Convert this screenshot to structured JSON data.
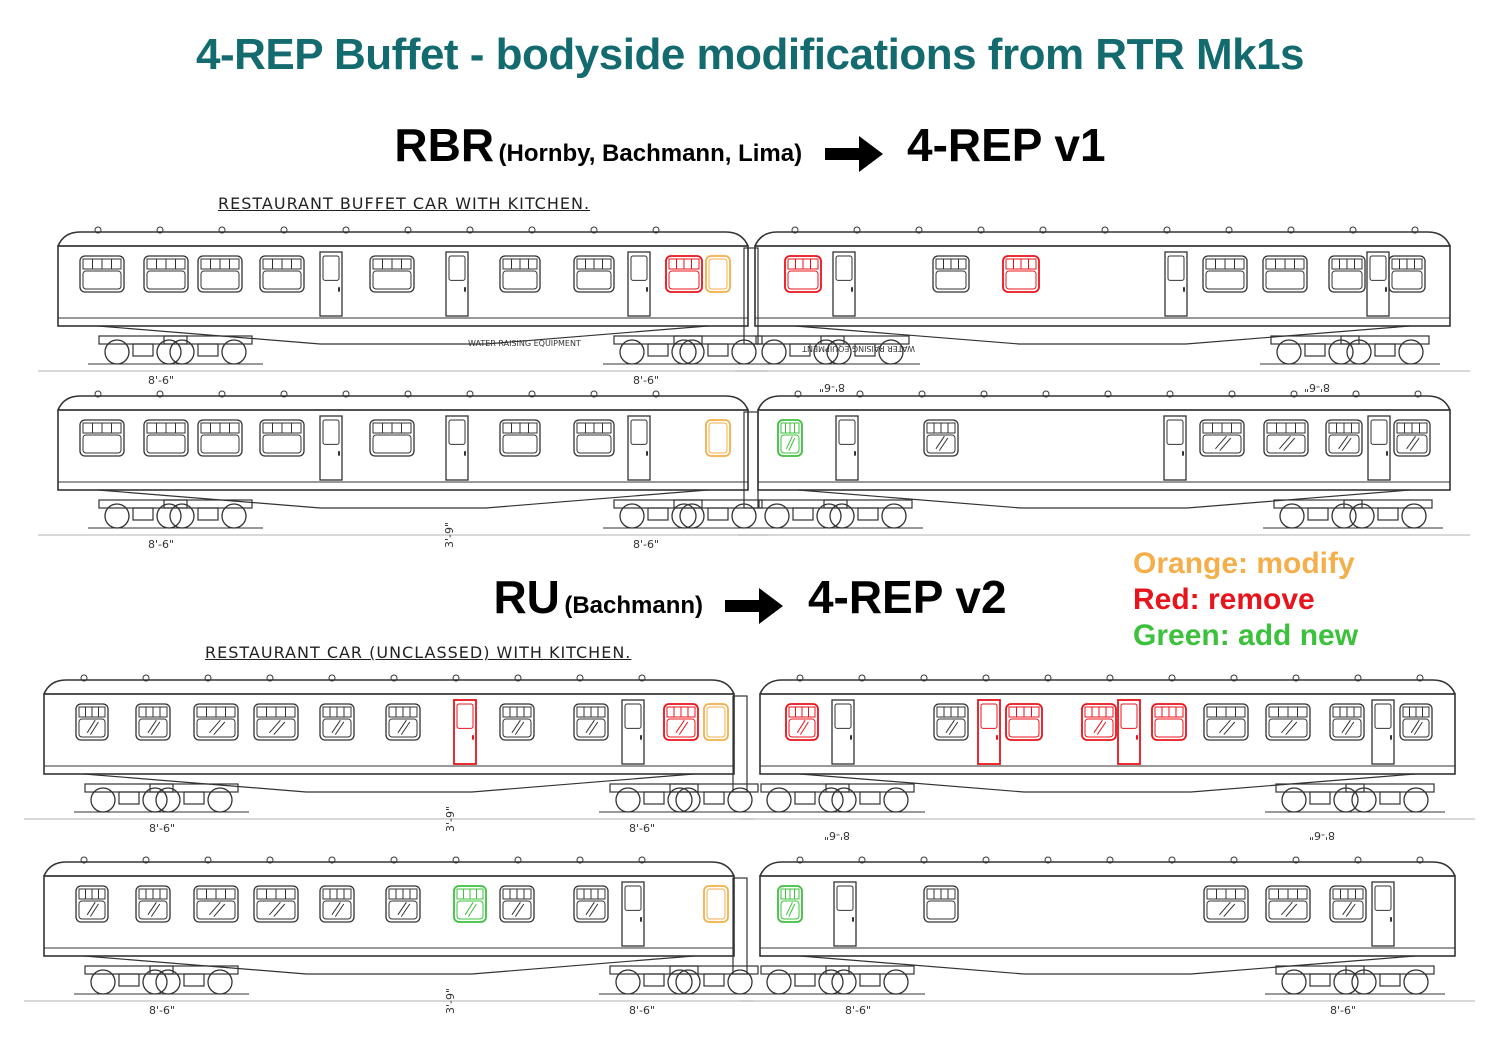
{
  "title": "4-REP Buffet - bodyside modifications from RTR Mk1s",
  "section1": {
    "from_code": "RBR",
    "from_makers": "(Hornby, Bachmann, Lima)",
    "to_label": "4-REP v1",
    "drawing_caption": "RESTAURANT  BUFFET  CAR  WITH  KITCHEN.",
    "small_labels": [
      "WATER RAISING EQUIPMENT",
      "WATER RAISING EQUIPMENT"
    ],
    "dims": [
      "8'-6\"",
      "8'-6\"",
      "8'-6\"",
      "8'-6\"",
      "3'-9\""
    ]
  },
  "section2": {
    "from_code": "RU",
    "from_makers": "(Bachmann)",
    "to_label": "4-REP v2",
    "drawing_caption": "RESTAURANT  CAR  (UNCLASSED)  WITH  KITCHEN.",
    "dims": [
      "8'-6\"",
      "8'-6\"",
      "8'-6\"",
      "8'-6\"",
      "8'-6\"",
      "8'-6\"",
      "3'-9\"",
      "3'-9\""
    ]
  },
  "legend": [
    {
      "label": "Orange: modify",
      "color": "#f4ae4a"
    },
    {
      "label": "Red: remove",
      "color": "#e8141c"
    },
    {
      "label": "Green: add new",
      "color": "#3cc13c"
    }
  ],
  "colors": {
    "title": "#136b70",
    "line": "#333333",
    "modify": "#f4ae4a",
    "remove": "#e8141c",
    "add": "#3cc13c"
  }
}
